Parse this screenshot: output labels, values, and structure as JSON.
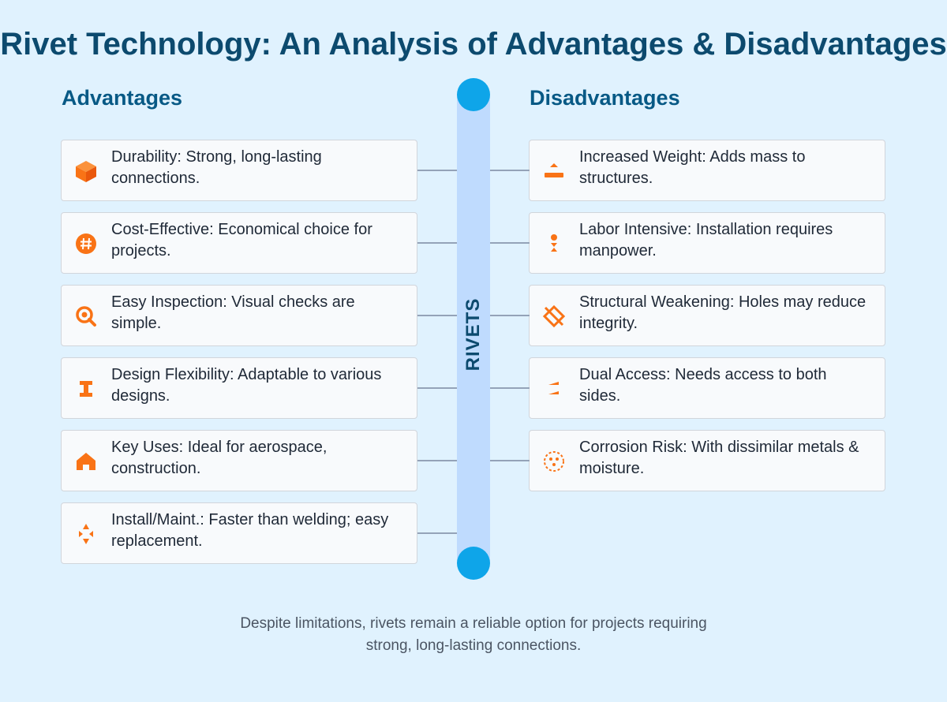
{
  "title": "Rivet Technology: An Analysis of Advantages & Disadvantages",
  "center_label": "RIVETS",
  "colors": {
    "background": "#e0f2fe",
    "title": "#0c4a6e",
    "heading": "#075985",
    "spine": "#bfdbfe",
    "spine_cap": "#0ea5e9",
    "icon": "#f97316",
    "card_bg": "#f8fafc",
    "card_border": "#d1d5db"
  },
  "advantages": {
    "heading": "Advantages",
    "items": [
      {
        "text": "Durability: Strong, long-lasting connections.",
        "icon": "cube-icon"
      },
      {
        "text": "Cost-Effective: Economical choice for projects.",
        "icon": "hashtag-circle-icon"
      },
      {
        "text": "Easy Inspection: Visual checks are simple.",
        "icon": "magnifier-icon"
      },
      {
        "text": "Design Flexibility: Adaptable to various designs.",
        "icon": "i-beam-icon"
      },
      {
        "text": "Key Uses: Ideal for aerospace, construction.",
        "icon": "house-icon"
      },
      {
        "text": "Install/Maint.: Faster than welding; easy replacement.",
        "icon": "arrows-in-icon"
      }
    ]
  },
  "disadvantages": {
    "heading": "Disadvantages",
    "items": [
      {
        "text": "Increased Weight: Adds mass to structures.",
        "icon": "weight-icon"
      },
      {
        "text": "Labor Intensive: Installation requires manpower.",
        "icon": "worker-icon"
      },
      {
        "text": "Structural Weakening: Holes may reduce integrity.",
        "icon": "broken-diamond-icon"
      },
      {
        "text": "Dual Access: Needs access to both sides.",
        "icon": "two-sides-icon"
      },
      {
        "text": "Corrosion Risk: With dissimilar metals & moisture.",
        "icon": "corrosion-icon"
      }
    ]
  },
  "footer": "Despite limitations, rivets remain a reliable option for projects requiring strong, long-lasting connections."
}
